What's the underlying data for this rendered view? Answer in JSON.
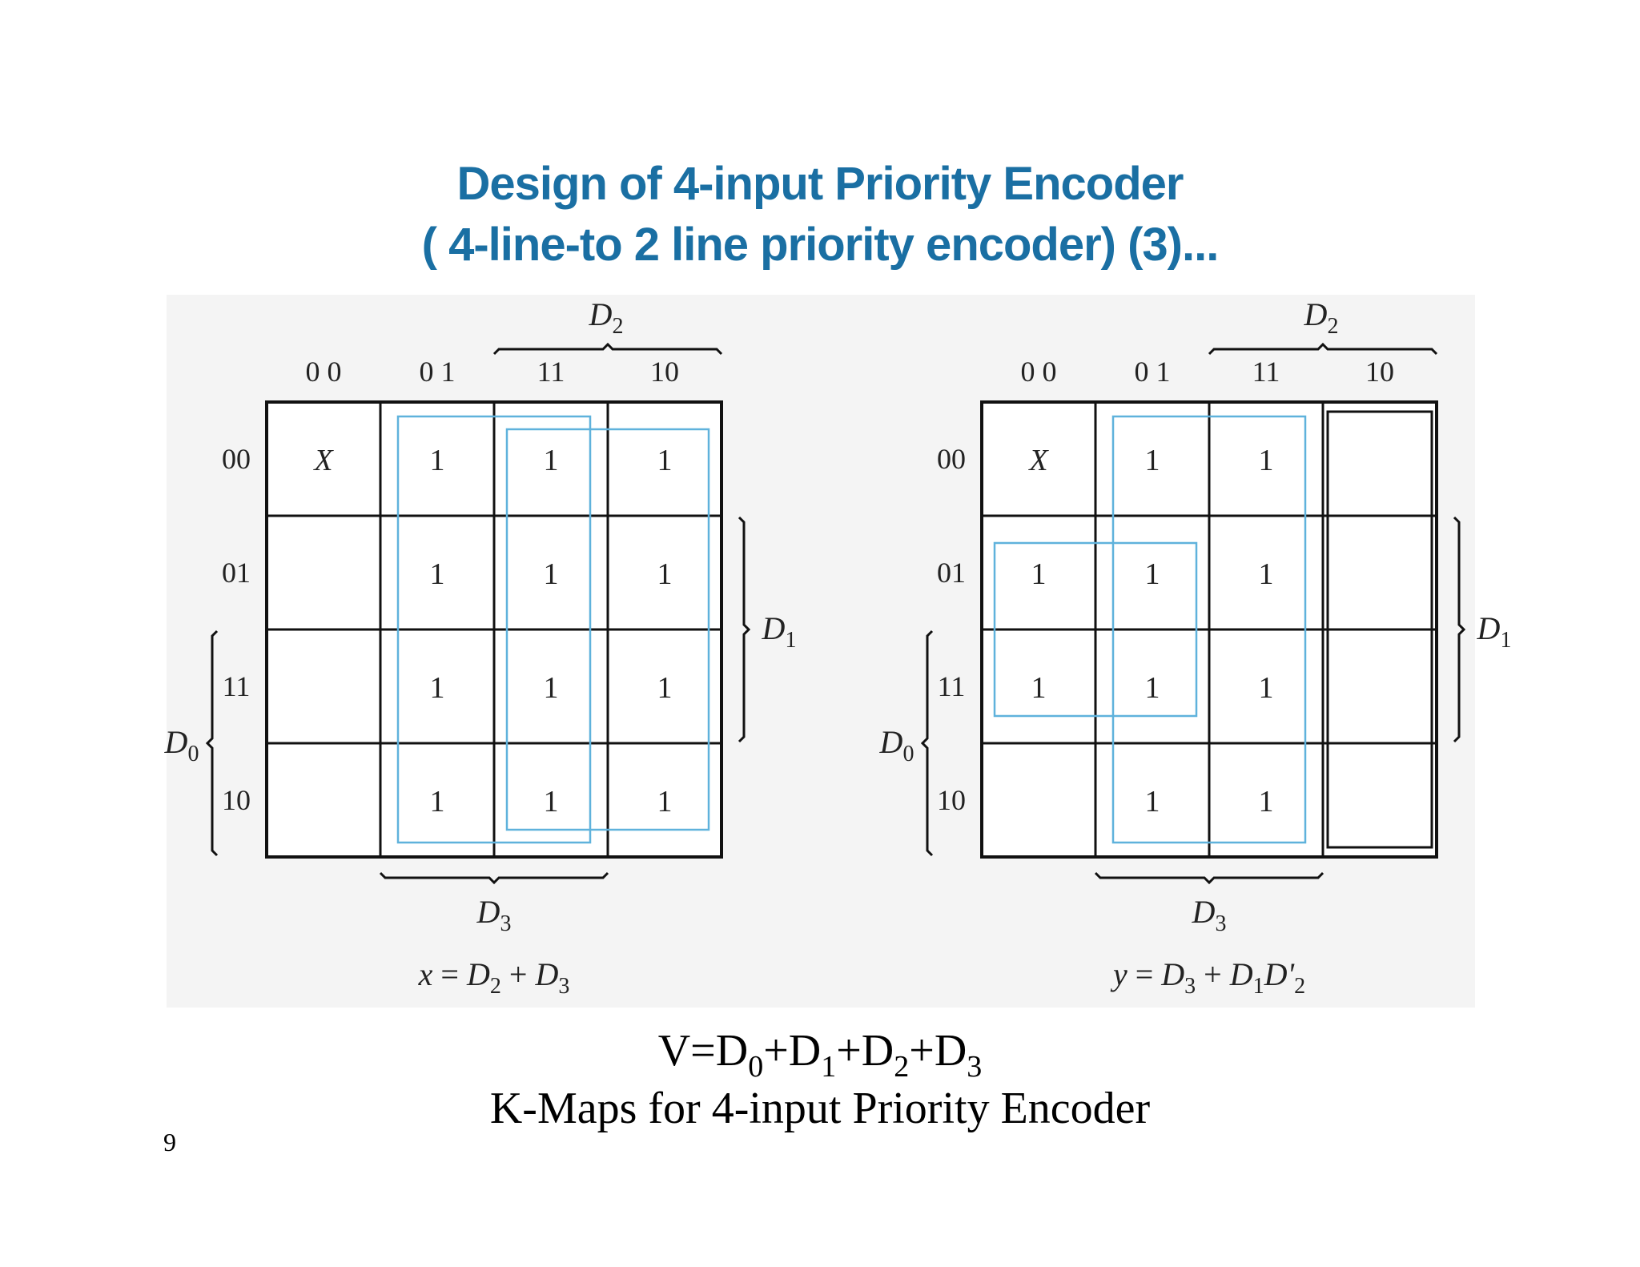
{
  "slide": {
    "title_line1": "Design of 4-input Priority Encoder",
    "title_line2": "( 4-line-to 2 line priority encoder) (3)...",
    "equation_v": {
      "lhs": "V=D",
      "s0": "0",
      "p1": "+D",
      "s1": "1",
      "p2": "+D",
      "s2": "2",
      "p3": "+D",
      "s3": "3"
    },
    "caption": "K-Maps for 4-input Priority Encoder",
    "page_number": "9"
  },
  "colors": {
    "title": "#1a6fa3",
    "group_outline": "#5fb2dc",
    "grid": "#111111"
  },
  "kmaps": [
    {
      "id": "x",
      "column_headers": [
        "0 0",
        "0 1",
        "11",
        "10"
      ],
      "row_headers": [
        "00",
        "01",
        "11",
        "10"
      ],
      "cells": [
        [
          "X",
          "1",
          "1",
          "1"
        ],
        [
          "",
          "1",
          "1",
          "1"
        ],
        [
          "",
          "1",
          "1",
          "1"
        ],
        [
          "",
          "1",
          "1",
          "1"
        ]
      ],
      "top_variable": {
        "base": "D",
        "sub": "2"
      },
      "right_variable": {
        "base": "D",
        "sub": "1"
      },
      "left_variable": {
        "base": "D",
        "sub": "0"
      },
      "bottom_variable": {
        "base": "D",
        "sub": "3"
      },
      "equation": {
        "lhs": "x",
        "t1": "D",
        "t1s": "2",
        "t2": "D",
        "t2s": "3"
      },
      "groups": [
        {
          "outline": "blue",
          "cols": [
            1,
            2
          ],
          "rows": [
            0,
            3
          ]
        },
        {
          "outline": "blue",
          "cols": [
            2,
            3
          ],
          "rows": [
            0,
            3
          ]
        }
      ]
    },
    {
      "id": "y",
      "column_headers": [
        "0 0",
        "0 1",
        "11",
        "10"
      ],
      "row_headers": [
        "00",
        "01",
        "11",
        "10"
      ],
      "cells": [
        [
          "X",
          "1",
          "1",
          ""
        ],
        [
          "1",
          "1",
          "1",
          ""
        ],
        [
          "1",
          "1",
          "1",
          ""
        ],
        [
          "",
          "1",
          "1",
          ""
        ]
      ],
      "top_variable": {
        "base": "D",
        "sub": "2"
      },
      "right_variable": {
        "base": "D",
        "sub": "1"
      },
      "left_variable": {
        "base": "D",
        "sub": "0"
      },
      "bottom_variable": {
        "base": "D",
        "sub": "3"
      },
      "equation": {
        "lhs": "y",
        "t1": "D",
        "t1s": "3",
        "t2a": "D",
        "t2as": "1",
        "t2b": "D'",
        "t2bs": "2"
      },
      "groups": [
        {
          "outline": "blue",
          "cols": [
            1,
            2
          ],
          "rows": [
            0,
            3
          ]
        },
        {
          "outline": "blue",
          "cols": [
            0,
            1
          ],
          "rows": [
            1,
            2
          ]
        },
        {
          "outline": "black",
          "cols": [
            3,
            3
          ],
          "rows": [
            0,
            3
          ]
        }
      ]
    }
  ]
}
